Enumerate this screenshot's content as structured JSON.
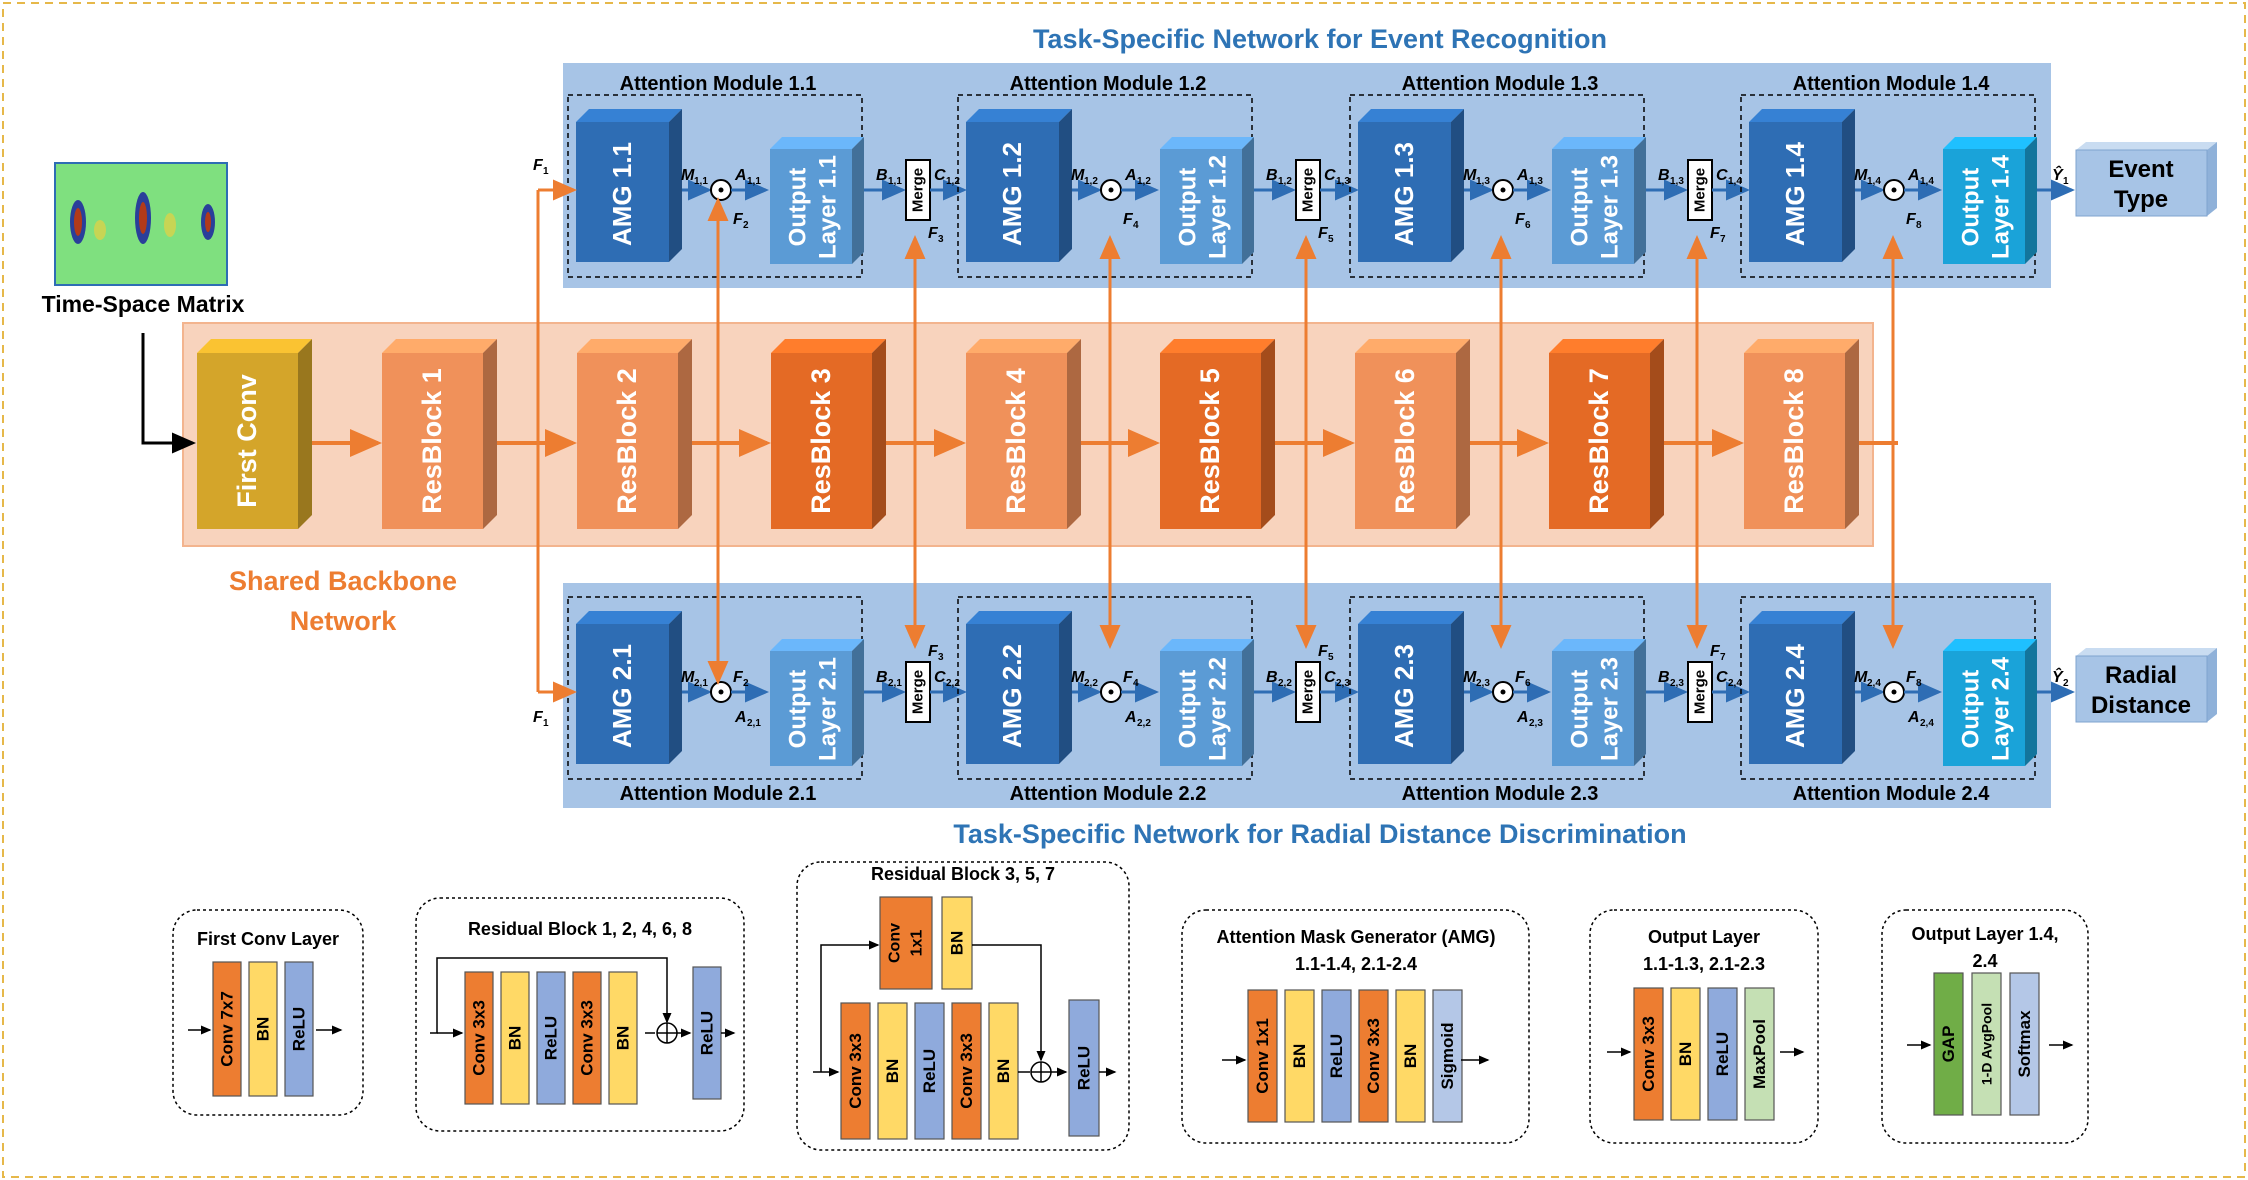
{
  "titles": {
    "top": "Task-Specific Network for Event Recognition",
    "bottom": "Task-Specific Network for Radial Distance Discrimination",
    "backbone_1": "Shared Backbone",
    "backbone_2": "Network"
  },
  "input_label": "Time-Space Matrix",
  "backbone": [
    "First Conv",
    "ResBlock 1",
    "ResBlock 2",
    "ResBlock 3",
    "ResBlock 4",
    "ResBlock 5",
    "ResBlock 6",
    "ResBlock 7",
    "ResBlock 8"
  ],
  "top_modules": [
    {
      "title": "Attention Module 1.1",
      "amg": "AMG 1.1",
      "out1": "Output",
      "out2": "Layer 1.1"
    },
    {
      "title": "Attention Module 1.2",
      "amg": "AMG 1.2",
      "out1": "Output",
      "out2": "Layer 1.2"
    },
    {
      "title": "Attention Module 1.3",
      "amg": "AMG 1.3",
      "out1": "Output",
      "out2": "Layer 1.3"
    },
    {
      "title": "Attention Module 1.4",
      "amg": "AMG 1.4",
      "out1": "Output",
      "out2": "Layer 1.4"
    }
  ],
  "bottom_modules": [
    {
      "title": "Attention Module 2.1",
      "amg": "AMG 2.1",
      "out1": "Output",
      "out2": "Layer 2.1"
    },
    {
      "title": "Attention Module 2.2",
      "amg": "AMG 2.2",
      "out1": "Output",
      "out2": "Layer 2.2"
    },
    {
      "title": "Attention Module 2.3",
      "amg": "AMG 2.3",
      "out1": "Output",
      "out2": "Layer 2.3"
    },
    {
      "title": "Attention Module 2.4",
      "amg": "AMG 2.4",
      "out1": "Output",
      "out2": "Layer 2.4"
    }
  ],
  "merge_label": "Merge",
  "outputs": {
    "top_1": "Event",
    "top_2": "Type",
    "bottom_1": "Radial",
    "bottom_2": "Distance"
  },
  "legend": {
    "first_conv": {
      "title": "First Conv Layer",
      "layers": [
        "Conv 7x7",
        "BN",
        "ReLU"
      ]
    },
    "res_a": {
      "title": "Residual Block 1, 2, 4, 6, 8",
      "layers": [
        "Conv 3x3",
        "BN",
        "ReLU",
        "Conv 3x3",
        "BN",
        "ReLU"
      ]
    },
    "res_b": {
      "title": "Residual Block 3, 5, 7",
      "short": [
        "Conv",
        "1x1",
        "BN"
      ],
      "layers": [
        "Conv 3x3",
        "BN",
        "ReLU",
        "Conv 3x3",
        "BN",
        "ReLU"
      ]
    },
    "amg": {
      "title": "Attention Mask Generator (AMG)",
      "subtitle": "1.1-1.4, 2.1-2.4",
      "layers": [
        "Conv 1x1",
        "BN",
        "ReLU",
        "Conv 3x3",
        "BN",
        "Sigmoid"
      ]
    },
    "out_a": {
      "title": "Output Layer",
      "subtitle": "1.1-1.3, 2.1-2.3",
      "layers": [
        "Conv 3x3",
        "BN",
        "ReLU",
        "MaxPool"
      ]
    },
    "out_b": {
      "title": "Output Layer 1.4,",
      "subtitle": "2.4",
      "layers": [
        "GAP",
        "1-D AvgPool",
        "Softmax"
      ]
    }
  },
  "colors": {
    "blue_panel": "#a7c4e6",
    "orange_panel": "#f8d3bd",
    "amg": "#2e6db4",
    "out": "#5b9bd5",
    "out14": "#1aa3d9",
    "res_light": "#f0915a",
    "res_dark": "#e46a25",
    "first_conv": "#d4a52a",
    "title_blue": "#2e74b5",
    "title_orange": "#ed7d31"
  }
}
